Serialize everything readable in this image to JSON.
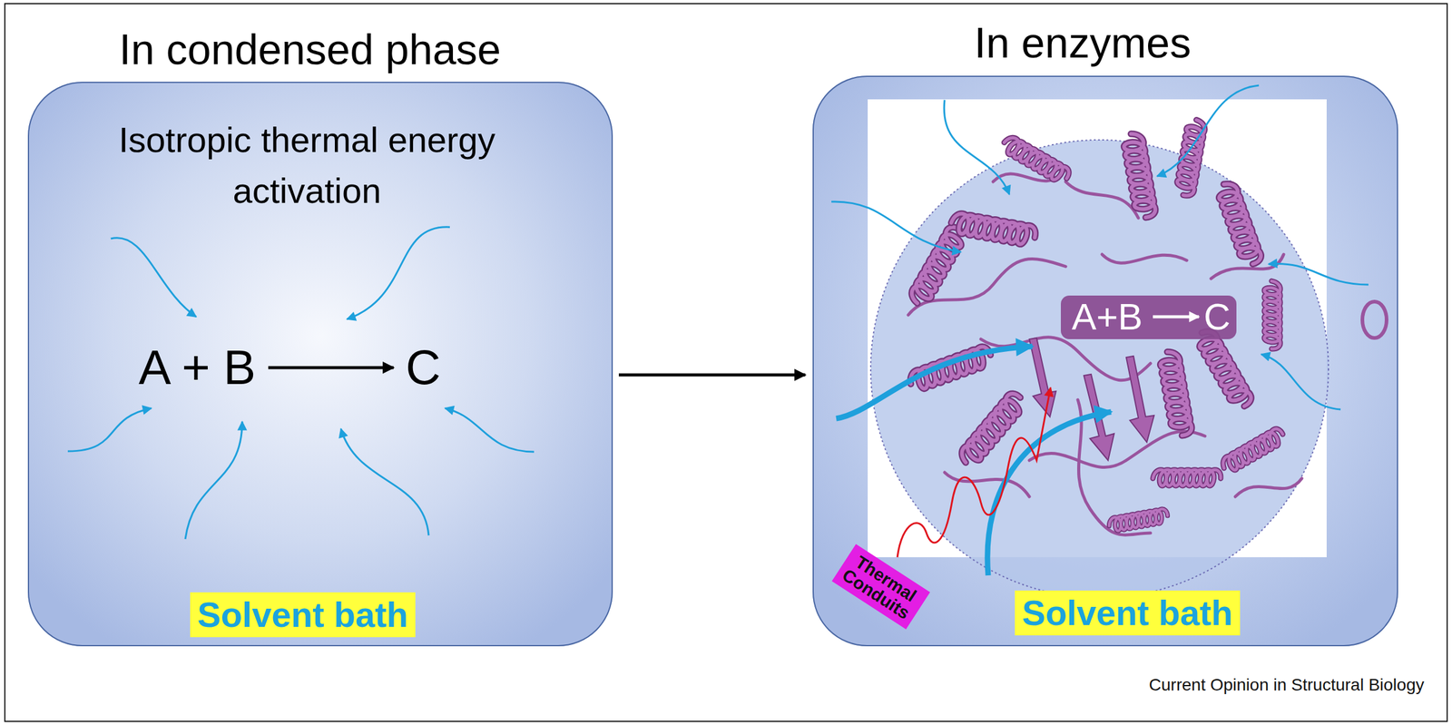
{
  "diagram": {
    "nodes": [
      {
        "text": [
          "In condensed phase",
          "Isotropic thermal energy activation"
        ]
      },
      {
        "text": [
          "Solvent bath"
        ],
        "in": 0
      },
      {
        "text": [
          "In enzymes"
        ]
      },
      {
        "text": [
          "Solvent bath"
        ],
        "in": 2
      },
      {
        "text": [
          "Thermal Conduits"
        ],
        "in": 2
      }
    ],
    "edges": [
      {
        "from": 0,
        "to": 2,
        "arrow": "to"
      }
    ],
    "labels": [
      "A + B",
      "C",
      "A+B",
      "C",
      "Current Opinion in Structural Biology"
    ]
  }
}
